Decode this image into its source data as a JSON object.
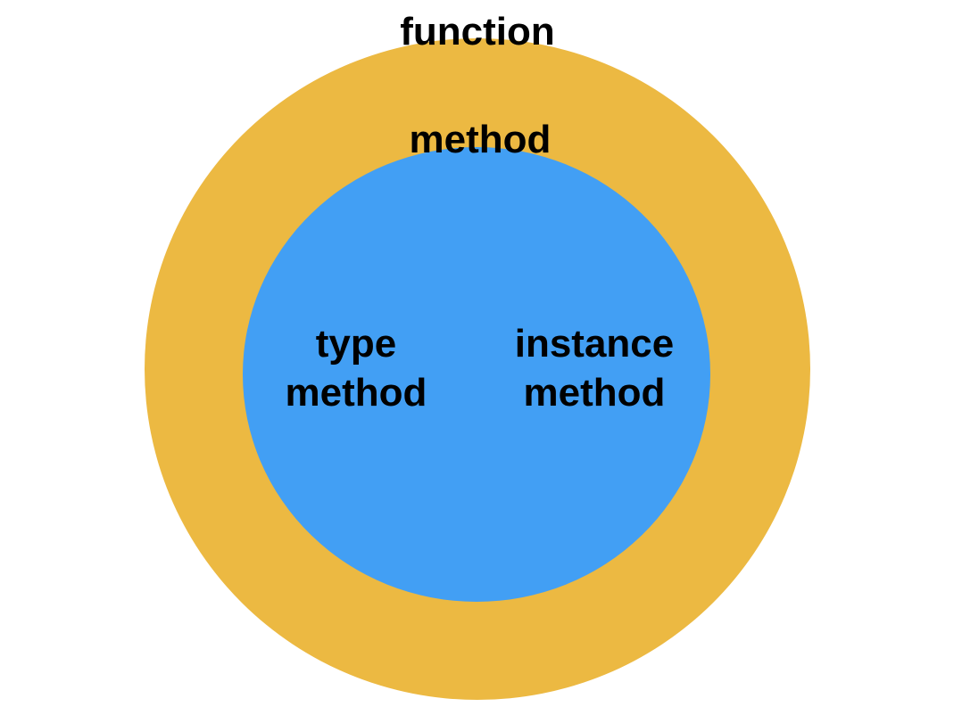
{
  "diagram": {
    "title_context": "nested classification of callable kinds",
    "outer_circle": {
      "label": "function",
      "fill": "#ECB942"
    },
    "inner_circle": {
      "label": "method",
      "fill": "#429FF4"
    },
    "inner_labels": {
      "left": "type method",
      "right": "instance method"
    },
    "colors": {
      "background": "#FFFFFF",
      "text": "#000000",
      "outer_circle": "#ECB942",
      "inner_circle": "#429FF4"
    }
  }
}
